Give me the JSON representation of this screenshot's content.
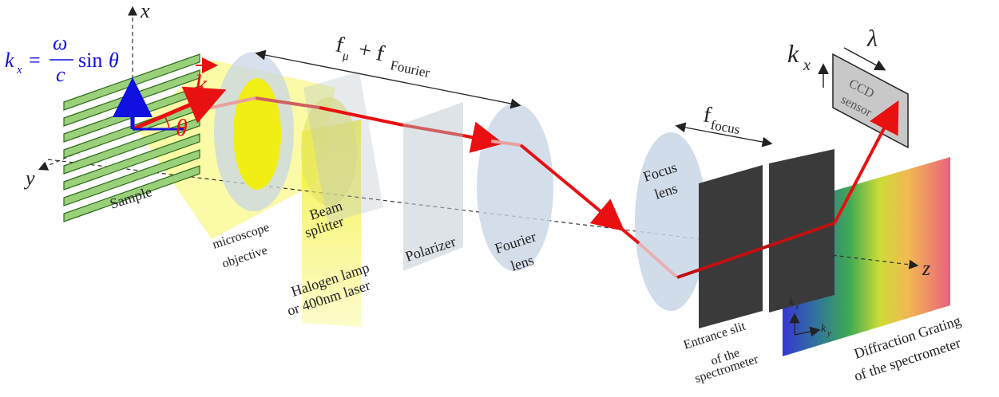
{
  "axes": {
    "x": "x",
    "y": "y",
    "z": "z"
  },
  "equation": {
    "kx_left": "k",
    "kx_sub": "x",
    "equals": "=",
    "frac_num": "ω",
    "frac_den": "c",
    "sin": "sin",
    "theta": "θ"
  },
  "vector_k": "k",
  "angle_theta": "θ",
  "labels": {
    "sample": "Sample",
    "microscope_1": "microscope",
    "microscope_2": "objective",
    "beam_1": "Beam",
    "beam_2": "splitter",
    "halogen_1": "Halogen lamp",
    "halogen_2": "or 400nm laser",
    "polarizer": "Polarizer",
    "fourier_1": "Fourier",
    "fourier_2": "lens",
    "focus_1": "Focus",
    "focus_2": "lens",
    "slit_1": "Entrance slit",
    "slit_2": "of the",
    "slit_3": "spectrometer",
    "grating_1": "Diffraction Grating",
    "grating_2": "of the spectrometer",
    "ccd_1": "CCD",
    "ccd_2": "sensor"
  },
  "dimensions": {
    "f_mu_base": "f",
    "f_mu_sub": "μ",
    "plus": " + f",
    "f_fourier_sub": "Fourier",
    "f_focus_base": "f",
    "f_focus_sub": "focus"
  },
  "ccd_axes": {
    "kx_base": "k",
    "kx_sub": "x",
    "lambda": "λ"
  },
  "grating_axes": {
    "kx_base": "k",
    "kx_sub": "x",
    "ky_base": "k",
    "ky_sub": "y"
  },
  "colors": {
    "beam": "#e81010",
    "yellow": "#f4f000",
    "lens": "#c9d6e6",
    "sample_fill": "#9bd07a",
    "sample_stroke": "#2f6b1e",
    "vector_blue": "#1010e0",
    "slit": "#3a3a3a"
  }
}
